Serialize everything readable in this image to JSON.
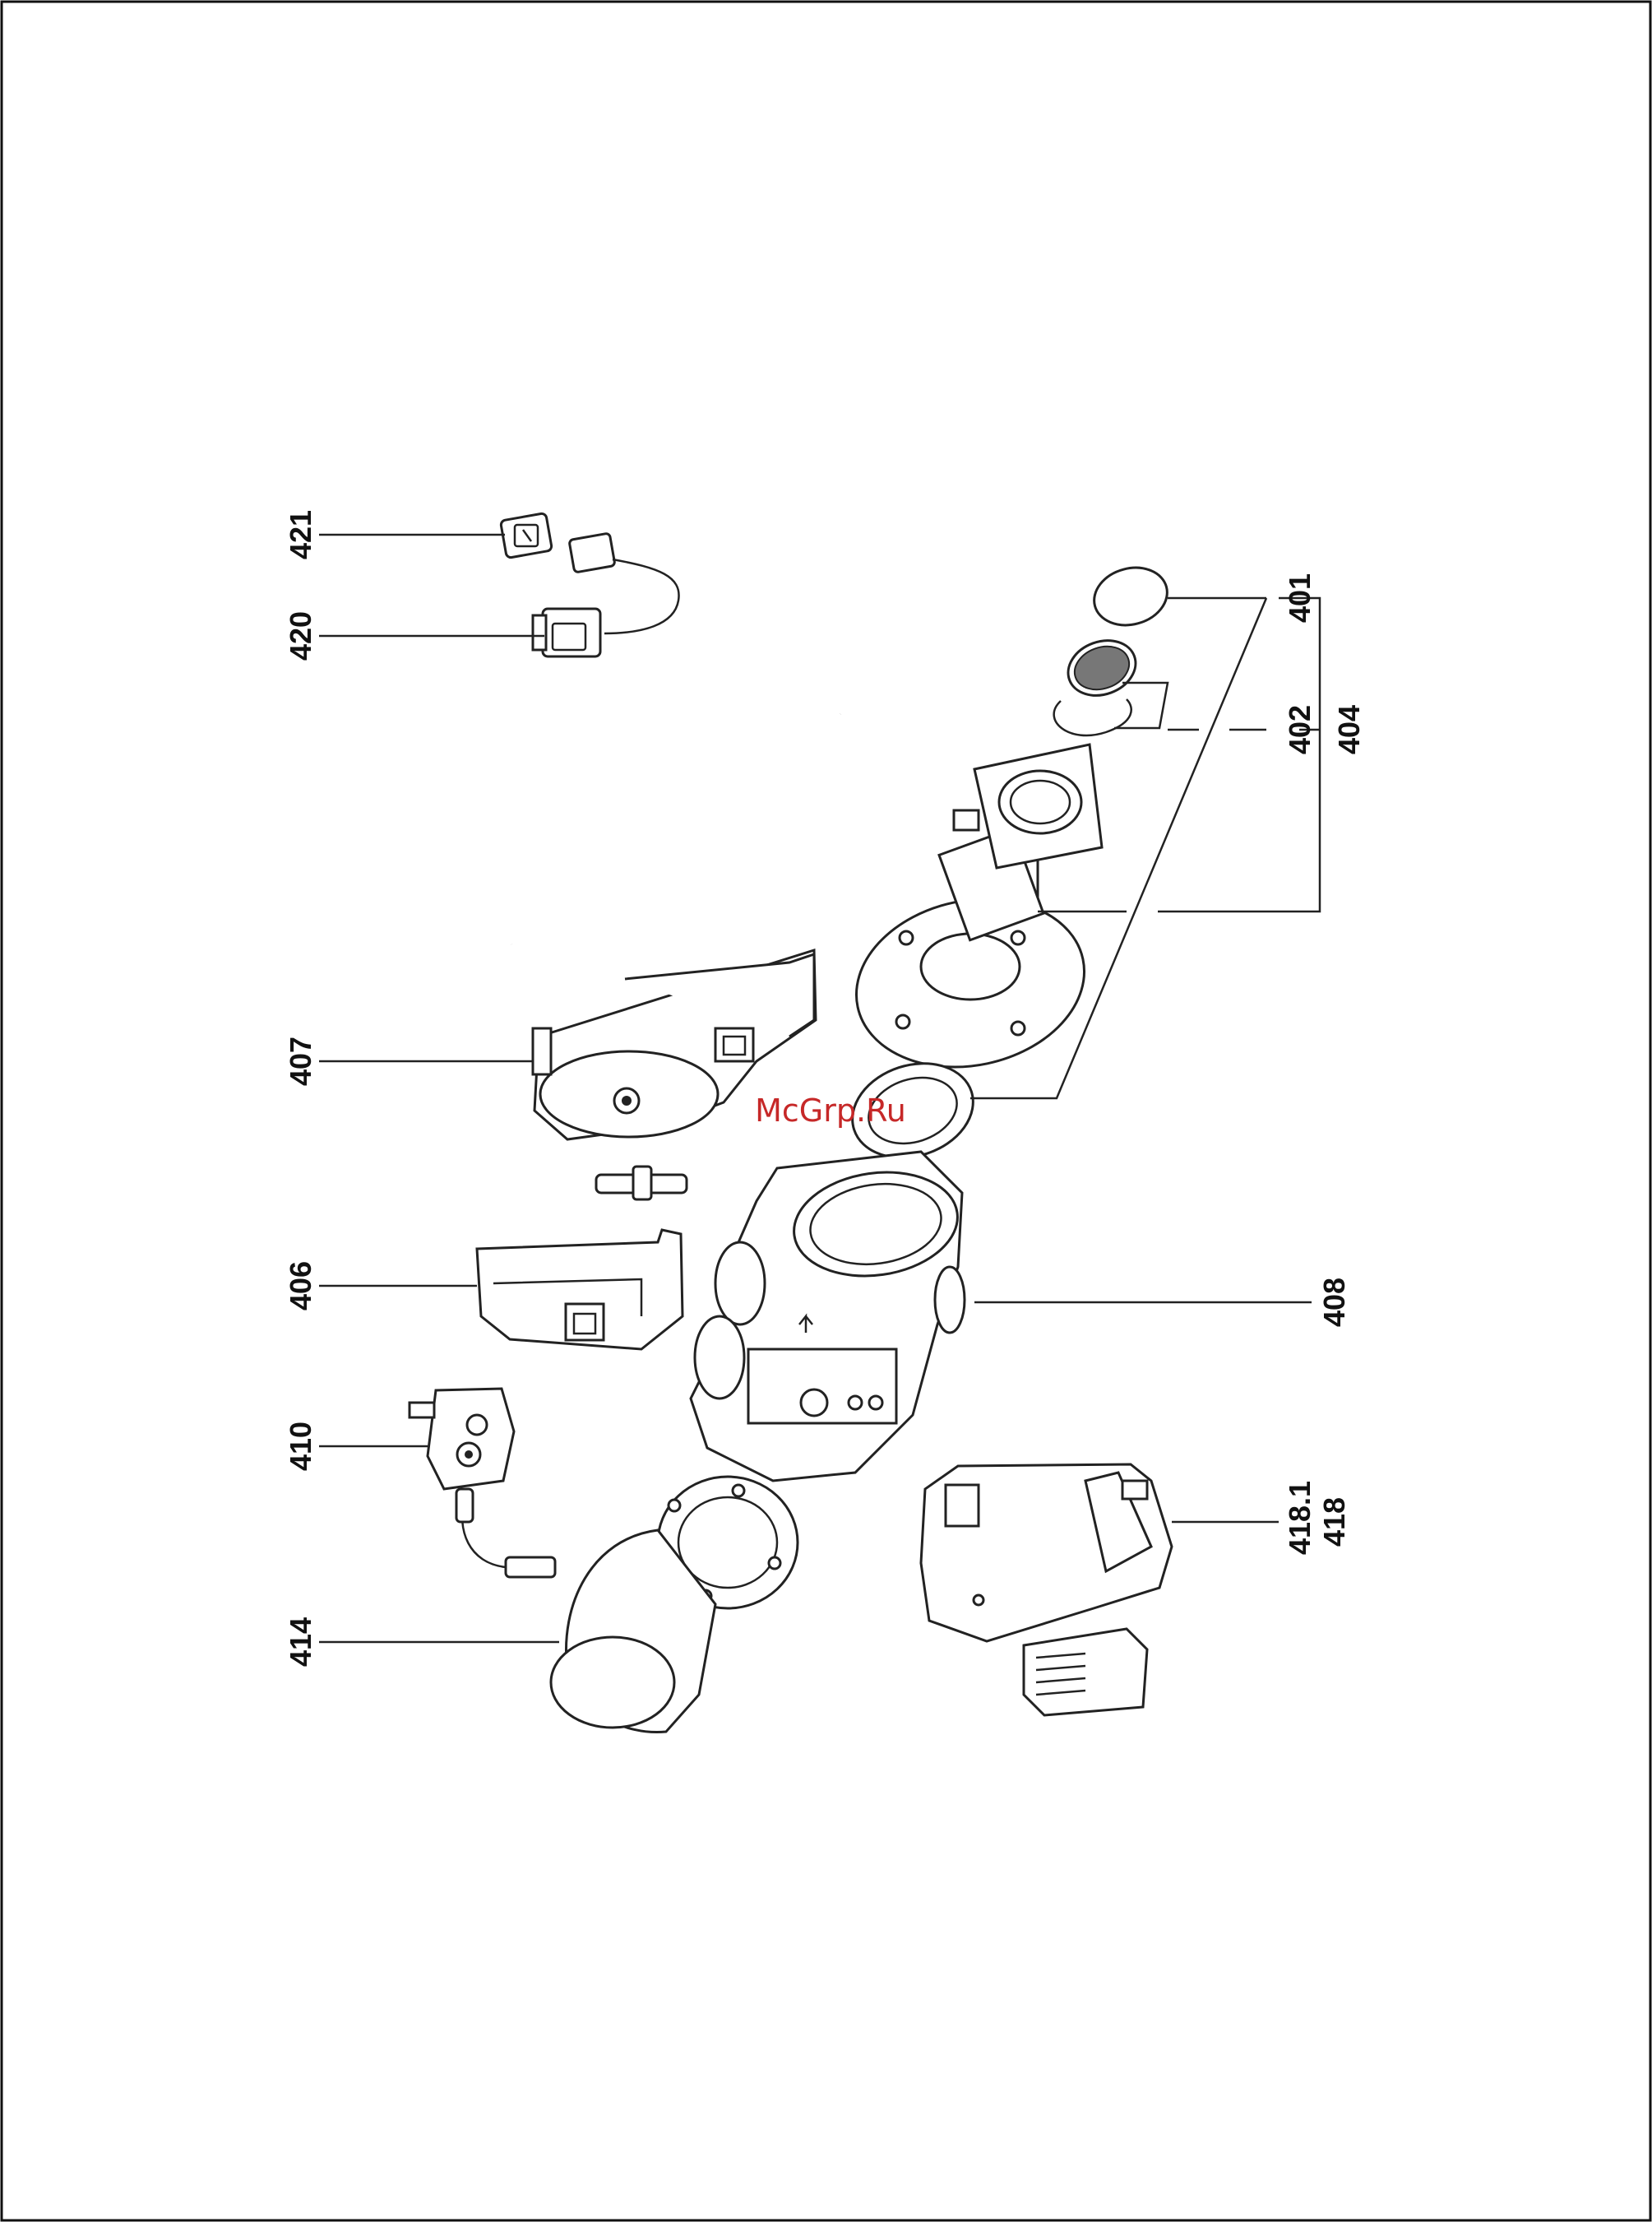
{
  "diagram": {
    "labels": {
      "p401": "401",
      "p402": "402",
      "p404": "404",
      "p406": "406",
      "p407": "407",
      "p408": "408",
      "p410": "410",
      "p414": "414",
      "p418": "418",
      "p418_1": "418.1",
      "p420": "420",
      "p421": "421"
    },
    "watermark": "McGrp.Ru"
  }
}
